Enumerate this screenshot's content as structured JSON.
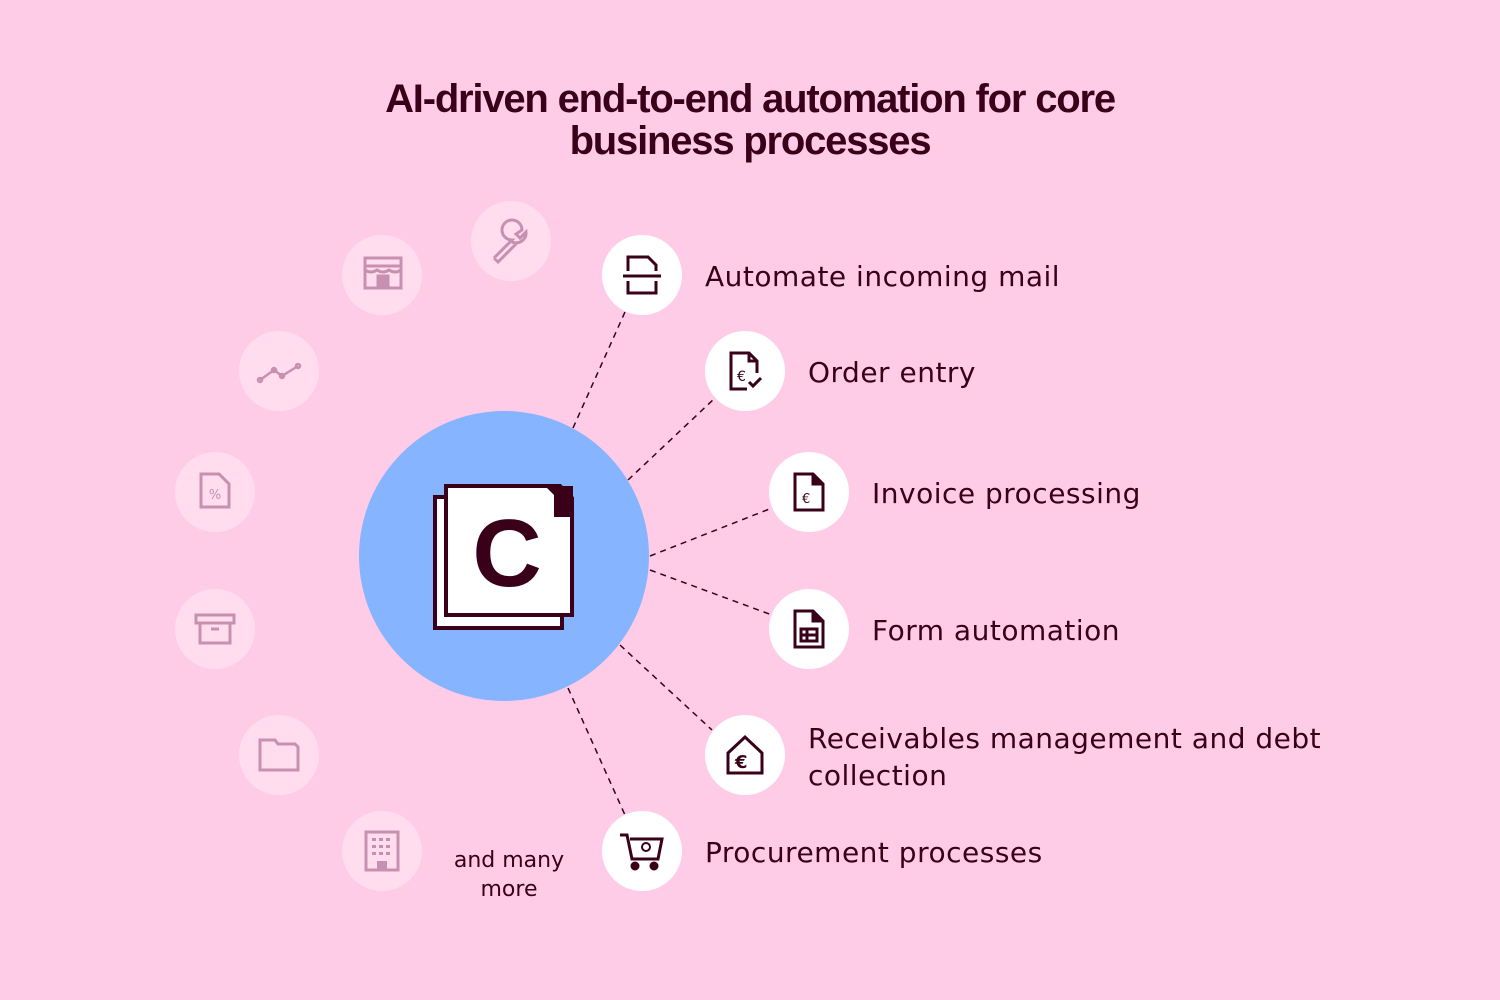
{
  "title_line1": "AI-driven end-to-end automation for core",
  "title_line2": "business processes",
  "processes": [
    {
      "label": "Automate incoming mail",
      "icon": "scan-document-icon"
    },
    {
      "label": "Order entry",
      "icon": "euro-document-check-icon"
    },
    {
      "label": "Invoice processing",
      "icon": "euro-document-icon"
    },
    {
      "label": "Form automation",
      "icon": "form-document-icon"
    },
    {
      "label": "Receivables management and debt collection",
      "icon": "euro-house-icon"
    },
    {
      "label": "Procurement processes",
      "icon": "shopping-cart-gear-icon"
    }
  ],
  "other_areas": [
    "wrench-icon",
    "storefront-icon",
    "trend-chart-icon",
    "percent-document-icon",
    "archive-box-icon",
    "folder-icon",
    "office-building-icon"
  ],
  "more_label": "and many more",
  "logo_letter": "C",
  "colors": {
    "background": "#FFCCE7",
    "dark": "#3A0019",
    "hub": "#86B4FF",
    "faded_icon": "#C890B0"
  }
}
